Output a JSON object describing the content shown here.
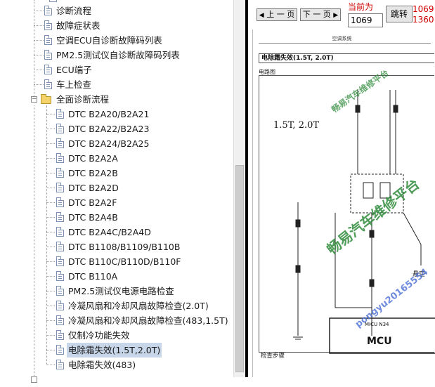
{
  "tree": {
    "items": [
      {
        "label": "诊断流程"
      },
      {
        "label": "故障症状表"
      },
      {
        "label": "空调ECU自诊断故障码列表"
      },
      {
        "label": "PM2.5测试仪自诊断故障码列表"
      },
      {
        "label": "ECU端子"
      },
      {
        "label": "车上检查"
      },
      {
        "label": "全面诊断流程"
      },
      {
        "label": "DTC B2A20/B2A21"
      },
      {
        "label": "DTC B2A22/B2A23"
      },
      {
        "label": "DTC B2A24/B2A25"
      },
      {
        "label": "DTC B2A2A"
      },
      {
        "label": "DTC B2A2B"
      },
      {
        "label": "DTC B2A2D"
      },
      {
        "label": "DTC B2A2F"
      },
      {
        "label": "DTC B2A4B"
      },
      {
        "label": "DTC B2A4C/B2A4D"
      },
      {
        "label": "DTC B1108/B1109/B110B"
      },
      {
        "label": "DTC B110C/B110D/B110F"
      },
      {
        "label": "DTC B110A"
      },
      {
        "label": "PM2.5测试仪电源电路检查"
      },
      {
        "label": "冷凝风扇和冷却风扇故障检查(2.0T)"
      },
      {
        "label": "冷凝风扇和冷却风扇故障检查(483,1.5T)"
      },
      {
        "label": "仅制冷功能失效"
      },
      {
        "label": "电除霜失效(1.5T,2.0T)"
      },
      {
        "label": "电除霜失效(483)"
      }
    ],
    "expander_open": "−"
  },
  "toolbar": {
    "prev_label": "上 一 页",
    "next_label": "下 一 页",
    "current_label": "当前为",
    "page_value": "1069",
    "jump_label": "跳转",
    "red_text_1": "1069",
    "red_text_2": "1360"
  },
  "document": {
    "header": "空调系统",
    "section_title": "电除霜失效(1.5T, 2.0T)",
    "subsection": "电路图",
    "diagram_variant": "1.5T, 2.0T",
    "ecu_box_top": "MICU N34",
    "ecu_box_main": "MCU",
    "hang_label": "悬空",
    "check_steps": "检查步骤"
  },
  "watermarks": {
    "wm1": "畅易汽车维修平台",
    "wm2": "畅易汽车维修平台",
    "wm3": "pongyu20165554"
  },
  "colors": {
    "selection": "#c8d6ea",
    "red": "#d00000",
    "watermark": "#2e8b3a"
  }
}
